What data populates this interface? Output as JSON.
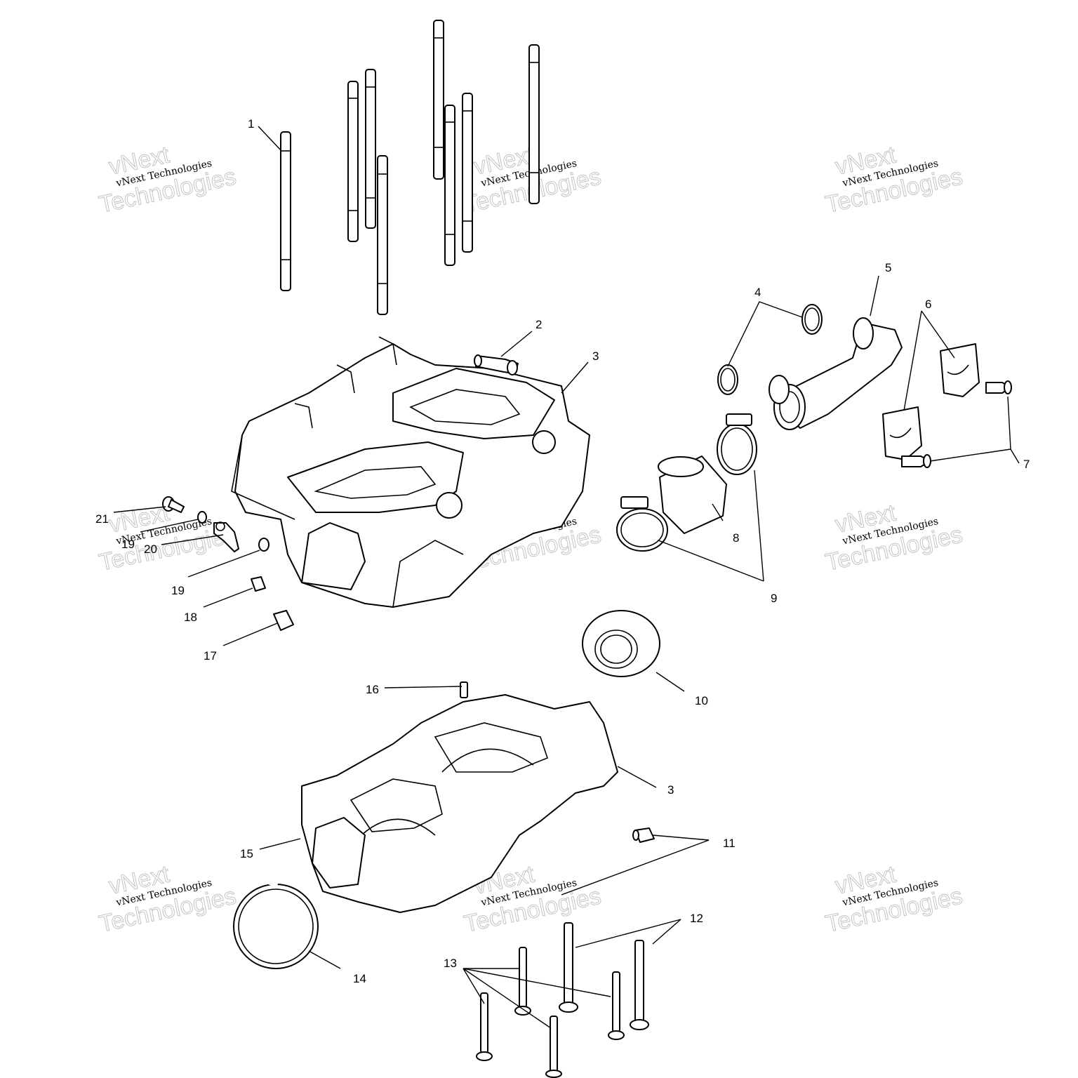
{
  "callouts": [
    {
      "id": "c1",
      "label": "1"
    },
    {
      "id": "c2",
      "label": "2"
    },
    {
      "id": "c3a",
      "label": "3"
    },
    {
      "id": "c3b",
      "label": "3"
    },
    {
      "id": "c4",
      "label": "4"
    },
    {
      "id": "c5",
      "label": "5"
    },
    {
      "id": "c6",
      "label": "6"
    },
    {
      "id": "c7",
      "label": "7"
    },
    {
      "id": "c8",
      "label": "8"
    },
    {
      "id": "c9",
      "label": "9"
    },
    {
      "id": "c10",
      "label": "10"
    },
    {
      "id": "c11",
      "label": "11"
    },
    {
      "id": "c12",
      "label": "12"
    },
    {
      "id": "c13",
      "label": "13"
    },
    {
      "id": "c14",
      "label": "14"
    },
    {
      "id": "c15",
      "label": "15"
    },
    {
      "id": "c16",
      "label": "16"
    },
    {
      "id": "c17",
      "label": "17"
    },
    {
      "id": "c18",
      "label": "18"
    },
    {
      "id": "c19a",
      "label": "19"
    },
    {
      "id": "c19b",
      "label": "19"
    },
    {
      "id": "c20",
      "label": "20"
    },
    {
      "id": "c21",
      "label": "21"
    }
  ],
  "watermark": {
    "company": "vNext",
    "line_small": "vNext Technologies",
    "line_big": "Technologies"
  }
}
